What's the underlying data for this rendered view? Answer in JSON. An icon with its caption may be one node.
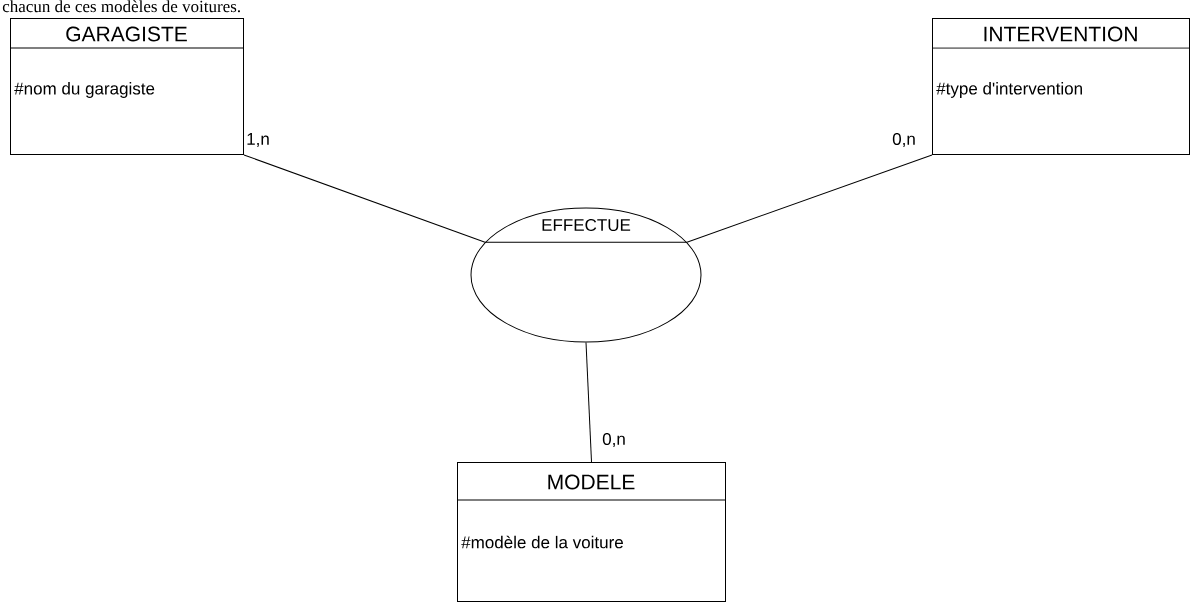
{
  "diagram": {
    "nodes": [
      {
        "text": [
          "GARAGISTE",
          "#nom du garagiste"
        ]
      },
      {
        "text": [
          "INTERVENTION",
          "#type d'intervention"
        ]
      },
      {
        "text": [
          "EFFECTUE"
        ]
      },
      {
        "text": [
          "MODELE",
          "#modèle de la voiture"
        ]
      }
    ],
    "edges": [
      {
        "from": 0,
        "to": 2,
        "arrow": "none",
        "label": "1,n"
      },
      {
        "from": 1,
        "to": 2,
        "arrow": "none",
        "label": "0,n"
      },
      {
        "from": 2,
        "to": 3,
        "arrow": "none",
        "label": "0,n"
      }
    ],
    "labels": [
      "chacun de ces modèles de voitures."
    ]
  }
}
